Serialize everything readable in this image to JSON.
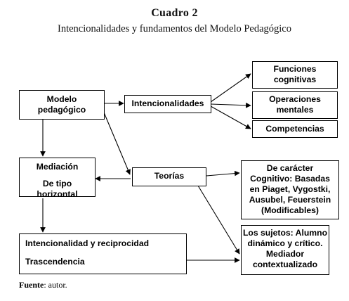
{
  "header": {
    "title": "Cuadro 2",
    "subtitle": "Intencionalidades y fundamentos del Modelo Pedagógico"
  },
  "boxes": {
    "modelo": [
      "Modelo",
      "pedagógico"
    ],
    "intencionalidades": "Intencionalidades",
    "funciones": [
      "Funciones",
      "cognitivas"
    ],
    "operaciones": [
      "Operaciones",
      "mentales"
    ],
    "competencias": "Competencias",
    "mediacion": [
      "Mediación",
      "De tipo",
      "horizontal"
    ],
    "teorias": "Teorías",
    "caracter": [
      "De carácter",
      "Cognitivo: Basadas",
      "en Piaget, Vygostki,",
      "Ausubel, Feuerstein",
      "(Modificables)"
    ],
    "intencionalidad_reciprocidad": [
      "Intencionalidad y reciprocidad",
      "Trascendencia"
    ],
    "sujetos": [
      "Los sujetos: Alumno",
      "dinámico y crítico.",
      "Mediador",
      "contextualizado"
    ]
  },
  "footer": {
    "label": "Fuente",
    "text": ": autor."
  }
}
